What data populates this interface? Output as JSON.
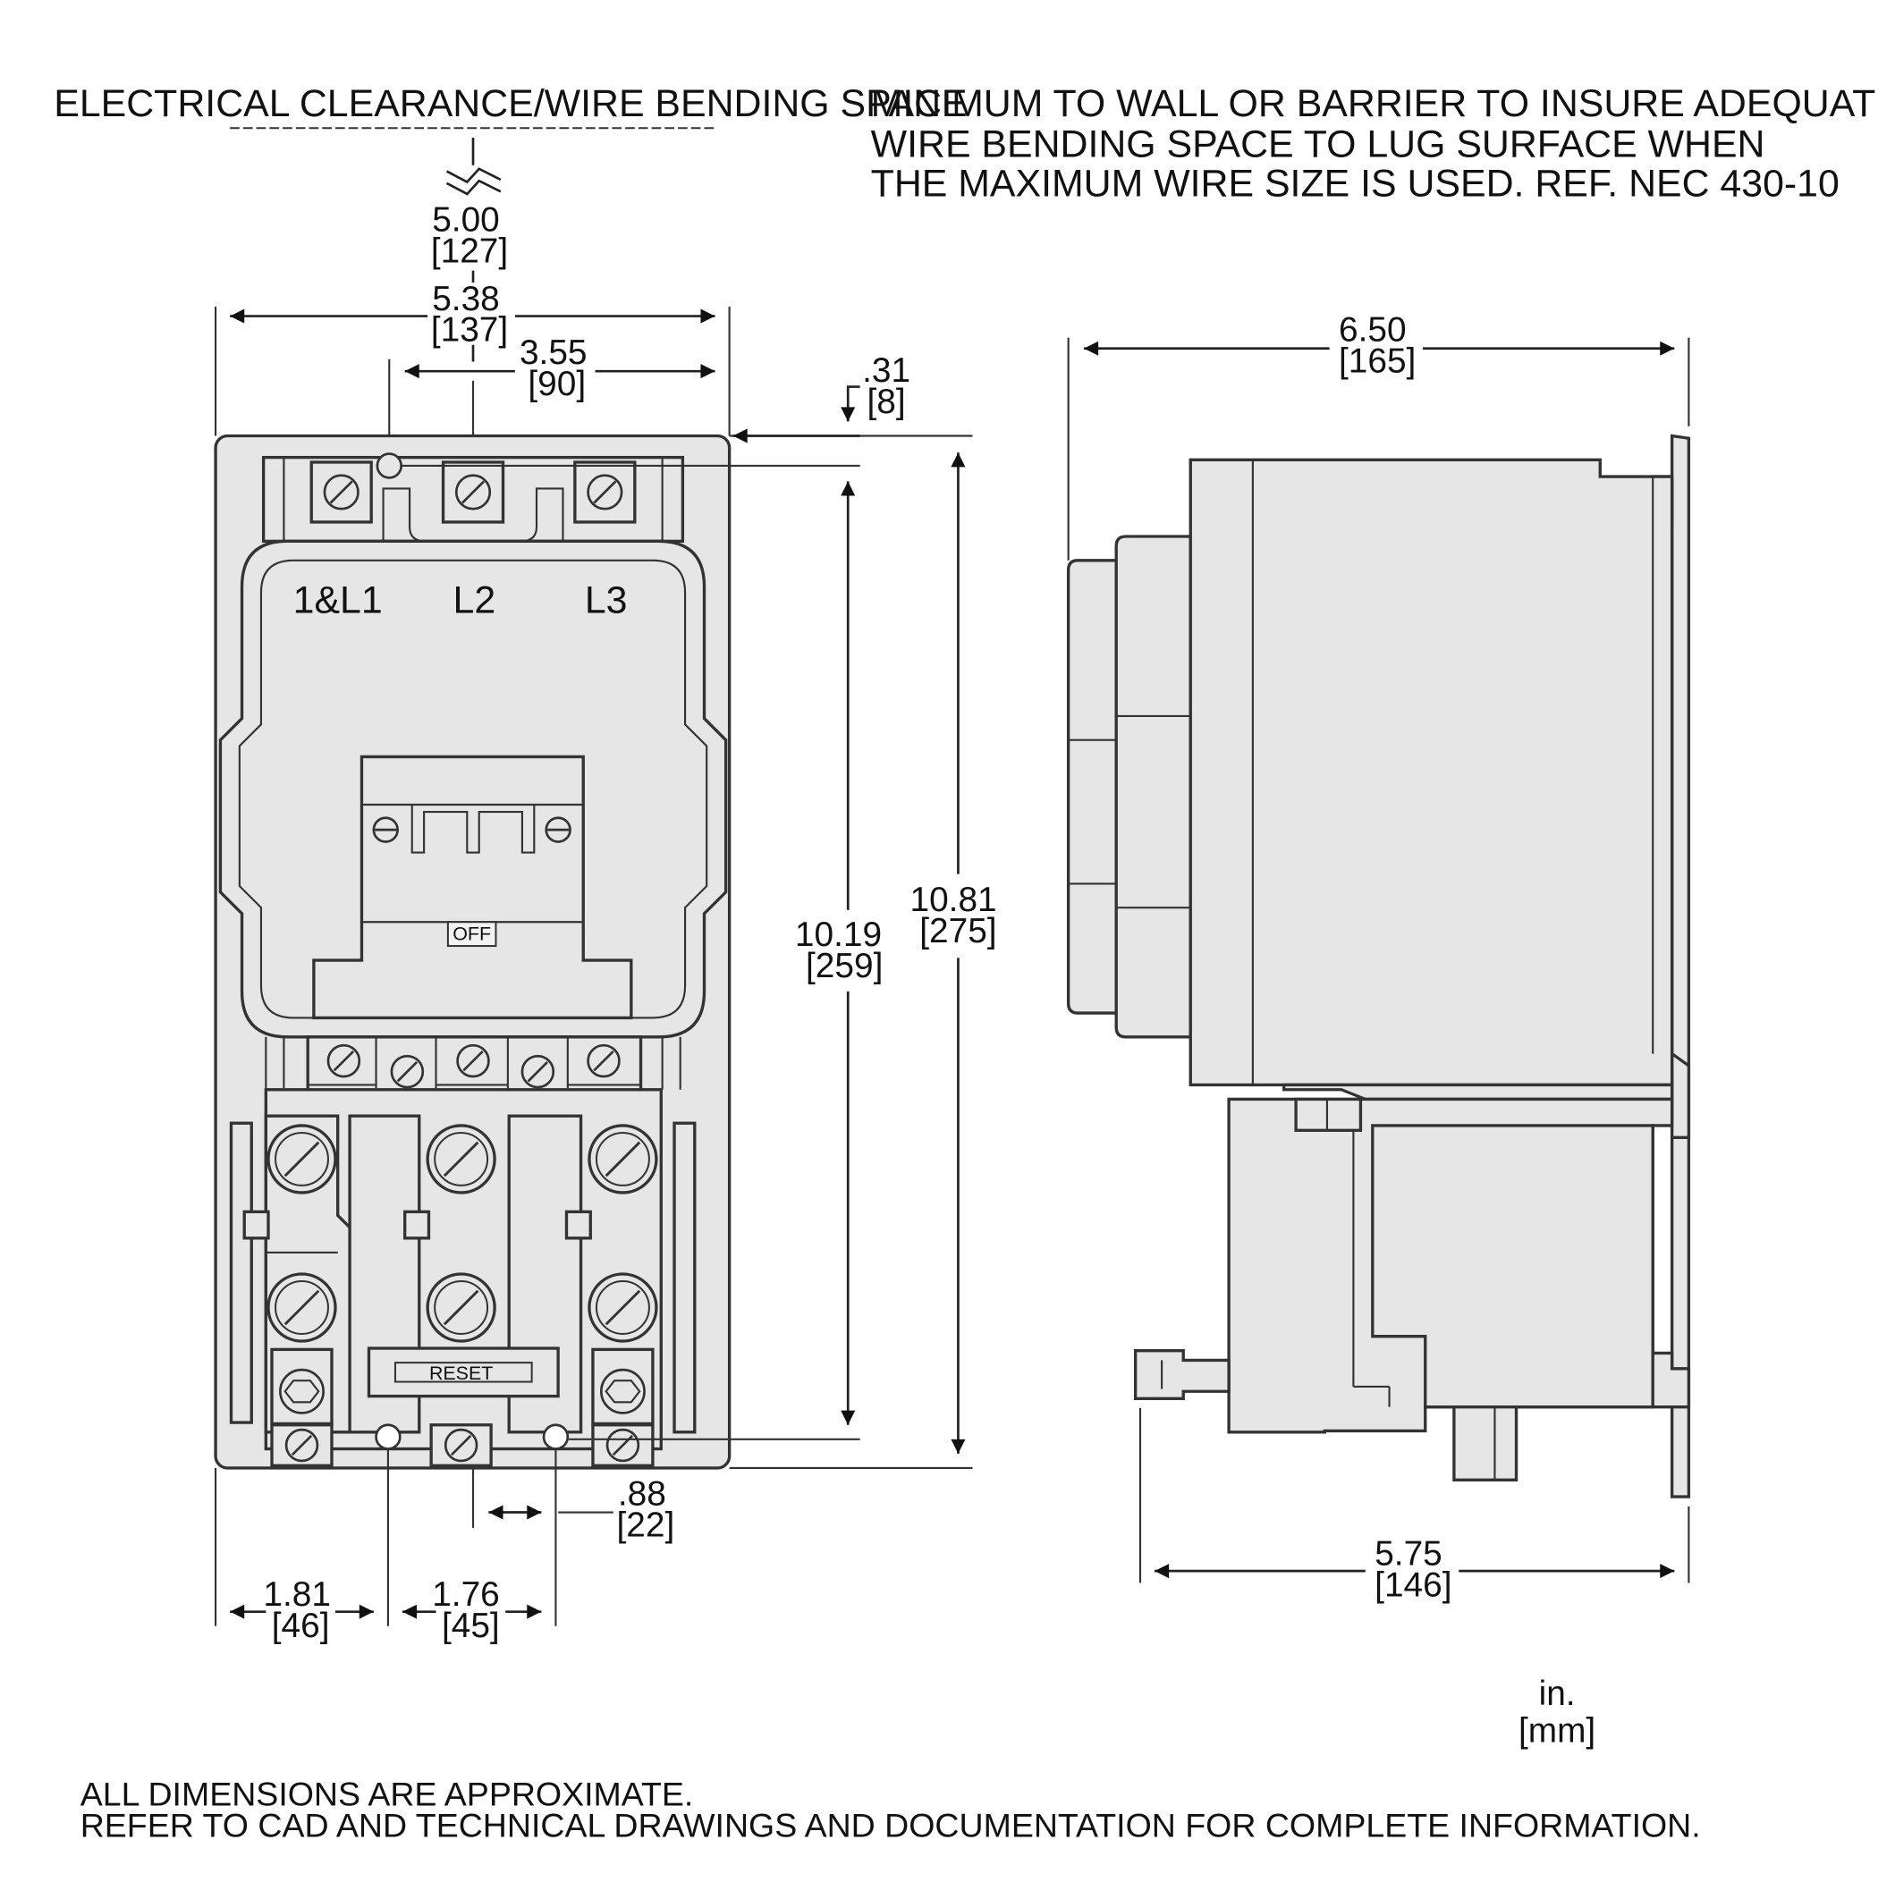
{
  "header": {
    "clearance_title": "ELECTRICAL CLEARANCE/WIRE BENDING SPACE",
    "note_line1": "MINIMUM TO WALL OR BARRIER TO INSURE ADEQUATE",
    "note_line2": "WIRE BENDING SPACE TO LUG SURFACE WHEN",
    "note_line3": "THE MAXIMUM WIRE SIZE IS USED. REF. NEC 430-10"
  },
  "front_view": {
    "terminals": [
      "1&L1",
      "L2",
      "L3"
    ],
    "off_label": "OFF",
    "reset_label": "RESET"
  },
  "dimensions": {
    "clearance": {
      "in": "5.00",
      "mm": "[127]"
    },
    "width": {
      "in": "5.38",
      "mm": "[137]"
    },
    "mount_spacing": {
      "in": "3.55",
      "mm": "[90]"
    },
    "top_offset": {
      "in": ".31",
      "mm": "[8]"
    },
    "inner_height": {
      "in": "10.19",
      "mm": "[259]"
    },
    "overall_height": {
      "in": "10.81",
      "mm": "[275]"
    },
    "depth": {
      "in": "6.50",
      "mm": "[165]"
    },
    "base_depth": {
      "in": "5.75",
      "mm": "[146]"
    },
    "bottom_offset": {
      "in": ".88",
      "mm": "[22]"
    },
    "left_to_hole": {
      "in": "1.81",
      "mm": "[46]"
    },
    "hole_spacing": {
      "in": "1.76",
      "mm": "[45]"
    }
  },
  "units": {
    "primary": "in.",
    "secondary": "[mm]"
  },
  "footer": {
    "line1": "ALL DIMENSIONS ARE APPROXIMATE.",
    "line2": "REFER TO CAD AND TECHNICAL DRAWINGS AND DOCUMENTATION FOR COMPLETE INFORMATION."
  }
}
